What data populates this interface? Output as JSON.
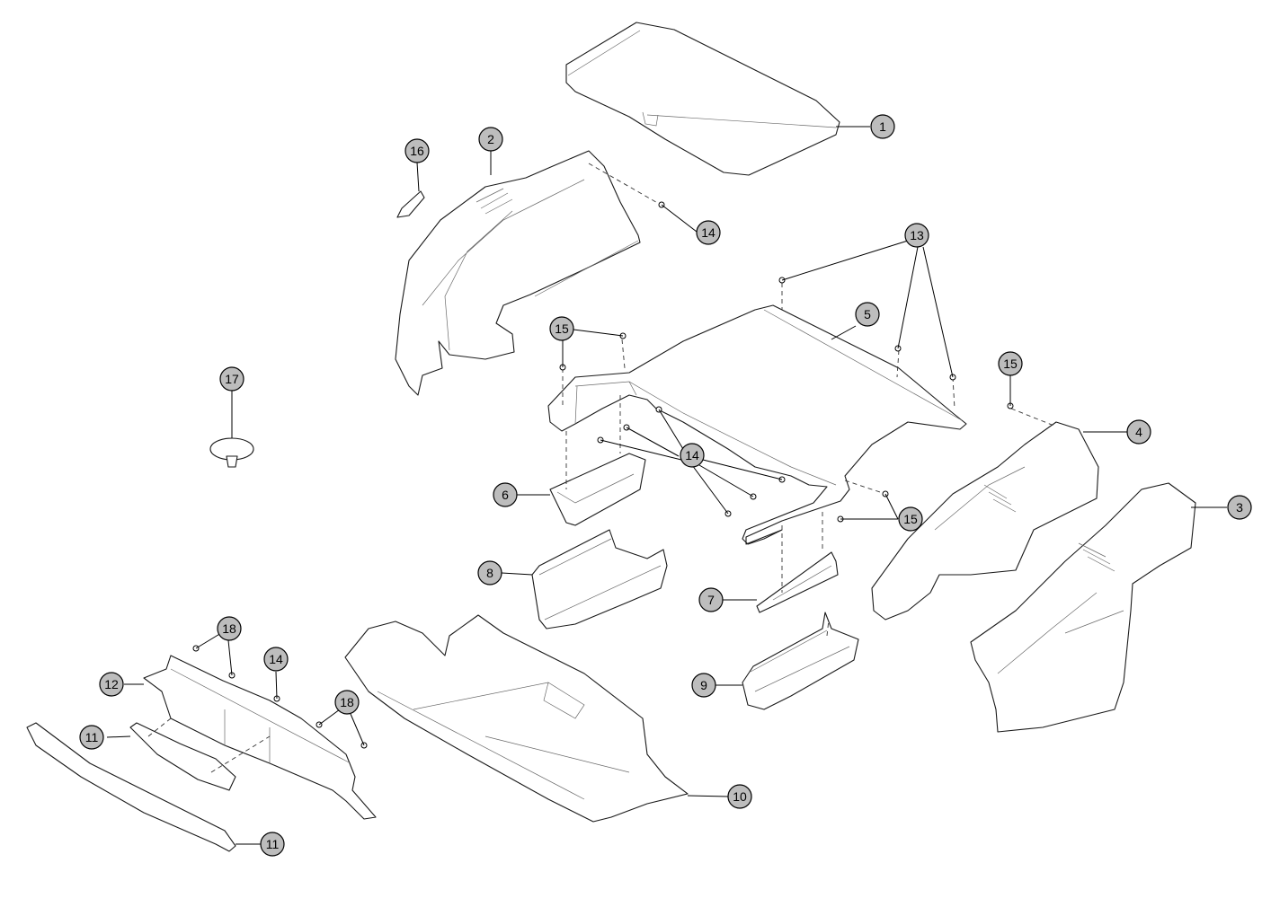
{
  "callouts": [
    {
      "id": "c1",
      "label": "1"
    },
    {
      "id": "c2",
      "label": "2"
    },
    {
      "id": "c3",
      "label": "3"
    },
    {
      "id": "c4",
      "label": "4"
    },
    {
      "id": "c5",
      "label": "5"
    },
    {
      "id": "c6",
      "label": "6"
    },
    {
      "id": "c7",
      "label": "7"
    },
    {
      "id": "c8",
      "label": "8"
    },
    {
      "id": "c9",
      "label": "9"
    },
    {
      "id": "c10",
      "label": "10"
    },
    {
      "id": "c11a",
      "label": "11"
    },
    {
      "id": "c11b",
      "label": "11"
    },
    {
      "id": "c12",
      "label": "12"
    },
    {
      "id": "c13",
      "label": "13"
    },
    {
      "id": "c14a",
      "label": "14"
    },
    {
      "id": "c14b",
      "label": "14"
    },
    {
      "id": "c14c",
      "label": "14"
    },
    {
      "id": "c15a",
      "label": "15"
    },
    {
      "id": "c15b",
      "label": "15"
    },
    {
      "id": "c15c",
      "label": "15"
    },
    {
      "id": "c16",
      "label": "16"
    },
    {
      "id": "c17",
      "label": "17"
    },
    {
      "id": "c18a",
      "label": "18"
    },
    {
      "id": "c18b",
      "label": "18"
    }
  ]
}
